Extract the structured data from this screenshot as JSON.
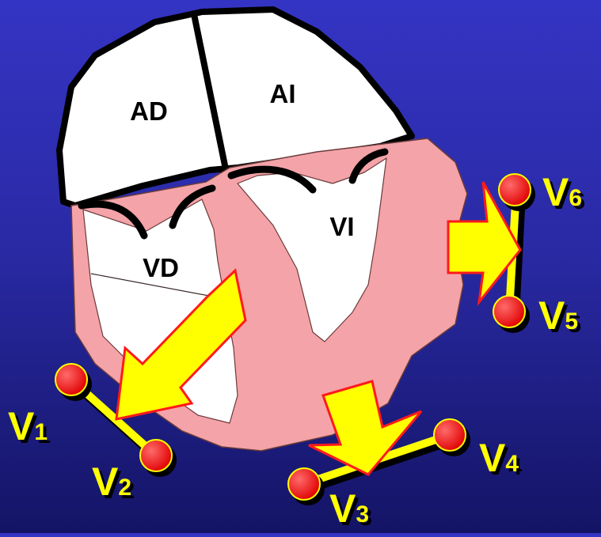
{
  "chambers": {
    "ad": "AD",
    "ai": "AI",
    "vd": "VD",
    "vi": "VI"
  },
  "leads": {
    "v1": {
      "letter": "V",
      "sub": "1"
    },
    "v2": {
      "letter": "V",
      "sub": "2"
    },
    "v3": {
      "letter": "V",
      "sub": "3"
    },
    "v4": {
      "letter": "V",
      "sub": "4"
    },
    "v5": {
      "letter": "V",
      "sub": "5"
    },
    "v6": {
      "letter": "V",
      "sub": "6"
    }
  },
  "colors": {
    "background_top": "#3434c4",
    "background_bottom": "#141466",
    "myocardium": "#f4a3a8",
    "cavity": "#ffffff",
    "outline": "#000000",
    "arrow_fill": "#ffff00",
    "arrow_stroke": "#ff1a1a",
    "electrode": "#ff0000",
    "lead_label": "#ffff00"
  }
}
